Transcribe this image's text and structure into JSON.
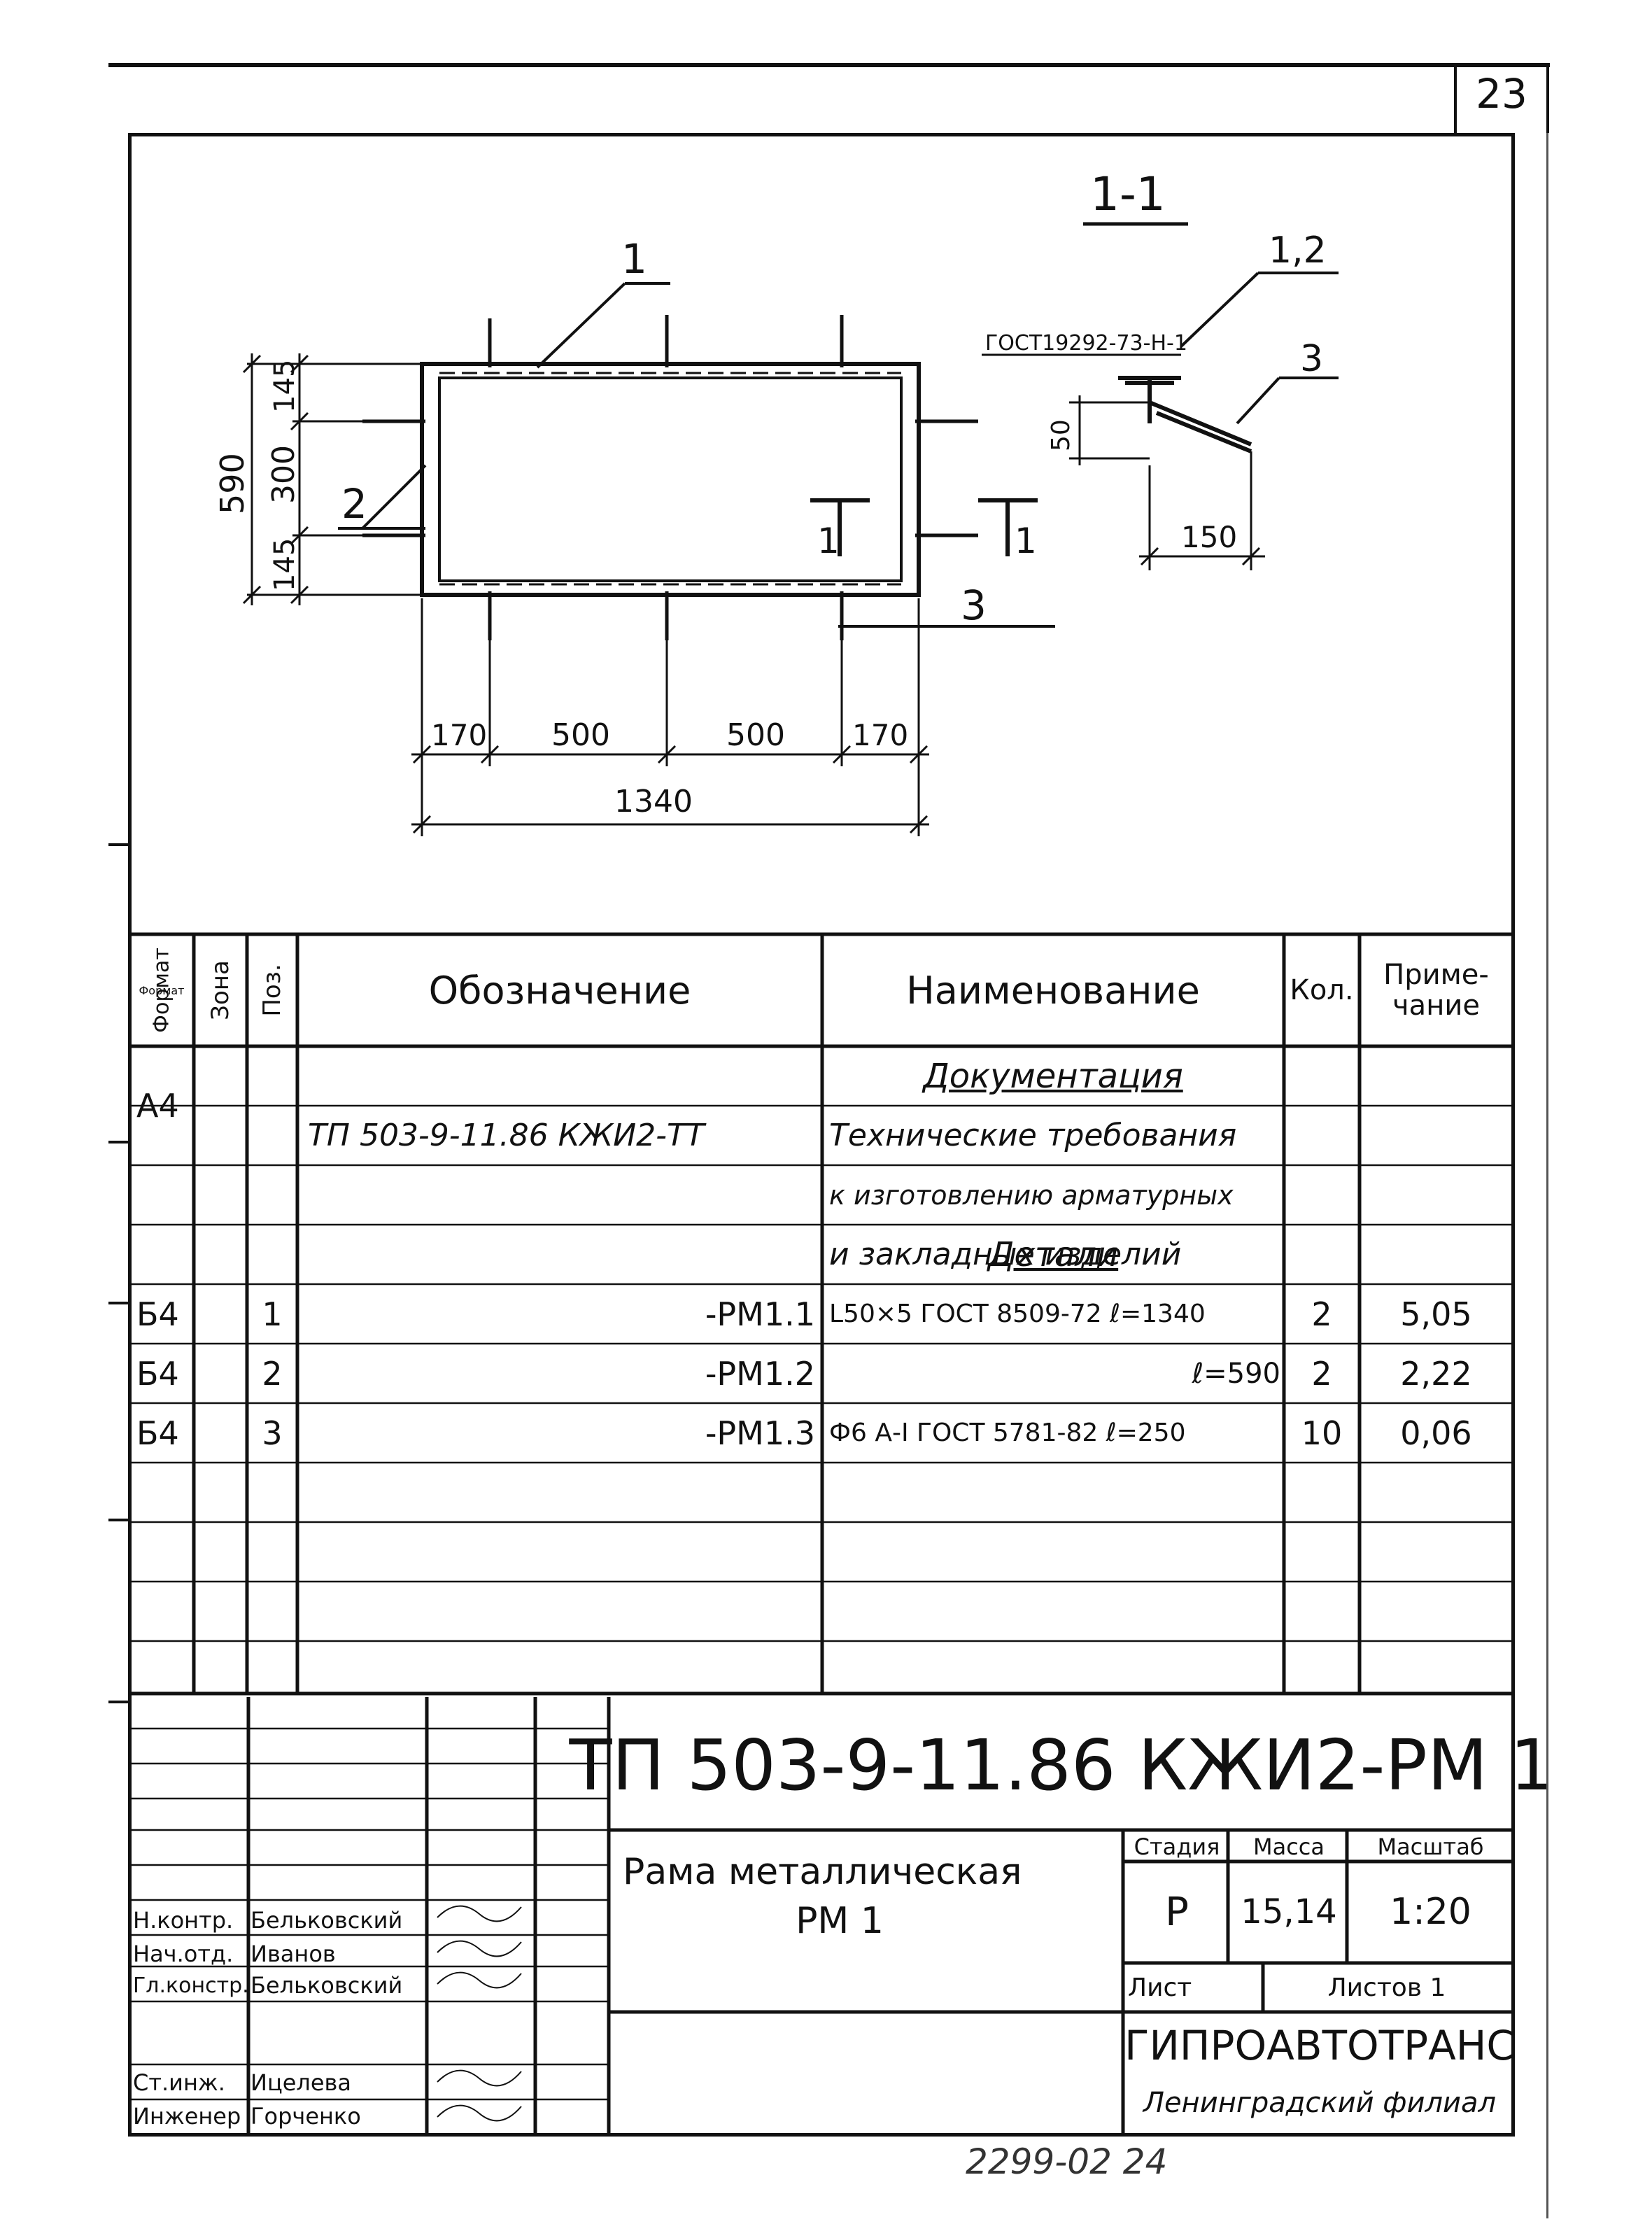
{
  "sheet": {
    "page_number": "23",
    "bottom_note": "2299-02    24"
  },
  "drawing": {
    "section_label": "1-1",
    "callouts": {
      "pos1": "1",
      "pos12": "1,2",
      "pos3_section": "3",
      "pos2": "2",
      "pos3_frame": "3"
    },
    "gost_label": "ГОСТ19292-73-Н-1",
    "section_marks": {
      "left": "1",
      "right": "1"
    },
    "dims": {
      "total_height": "590",
      "top": "145",
      "middle": "300",
      "bottom": "145",
      "seg1": "170",
      "seg2": "500",
      "seg3": "500",
      "seg4": "170",
      "total_width": "1340",
      "section_height": "50",
      "section_length": "150"
    }
  },
  "spec": {
    "headers": {
      "format": "Формат",
      "zone": "Зона",
      "pos": "Поз.",
      "designation": "Обозначение",
      "name": "Наименование",
      "qty": "Кол.",
      "note": "Приме-\nчание"
    },
    "section_docs": "Документация",
    "section_parts": "Детали",
    "rows": [
      {
        "format": "А4",
        "zone": "",
        "pos": "",
        "designation": "ТП 503-9-11.86      КЖИ2-ТТ",
        "name": "Технические требования",
        "qty": "",
        "note": ""
      },
      {
        "format": "",
        "zone": "",
        "pos": "",
        "designation": "",
        "name": "к изготовлению арматурных",
        "qty": "",
        "note": ""
      },
      {
        "format": "",
        "zone": "",
        "pos": "",
        "designation": "",
        "name": "и закладных изделий",
        "qty": "",
        "note": ""
      },
      {
        "format": "Б4",
        "zone": "",
        "pos": "1",
        "designation": "-РМ1.1",
        "name": "L50×5 ГОСТ 8509-72  ℓ=1340",
        "qty": "2",
        "note": "5,05"
      },
      {
        "format": "Б4",
        "zone": "",
        "pos": "2",
        "designation": "-РМ1.2",
        "name": "ℓ=590",
        "qty": "2",
        "note": "2,22"
      },
      {
        "format": "Б4",
        "zone": "",
        "pos": "3",
        "designation": "-РМ1.3",
        "name": "Ф6 А-I ГОСТ 5781-82  ℓ=250",
        "qty": "10",
        "note": "0,06"
      }
    ]
  },
  "title_block": {
    "doc_code": "ТП 503-9-11.86   КЖИ2-РМ 1",
    "title_line1": "Рама металлическая",
    "title_line2": "РМ 1",
    "stage_label": "Стадия",
    "mass_label": "Масса",
    "scale_label": "Масштаб",
    "stage": "Р",
    "mass": "15,14",
    "scale": "1:20",
    "sheet_label": "Лист",
    "sheets_label": "Листов 1",
    "org": "ГИПРОАВТОТРАНС",
    "branch": "Ленинградский филиал",
    "signers": [
      {
        "role": "Н.контр.",
        "name": "Бельковский"
      },
      {
        "role": "Нач.отд.",
        "name": "Иванов"
      },
      {
        "role": "Гл.констр.",
        "name": "Бельковский"
      },
      {
        "role": "",
        "name": ""
      },
      {
        "role": "Ст.инж.",
        "name": "Ицелева"
      },
      {
        "role": "Инженер",
        "name": "Горченко"
      }
    ]
  }
}
